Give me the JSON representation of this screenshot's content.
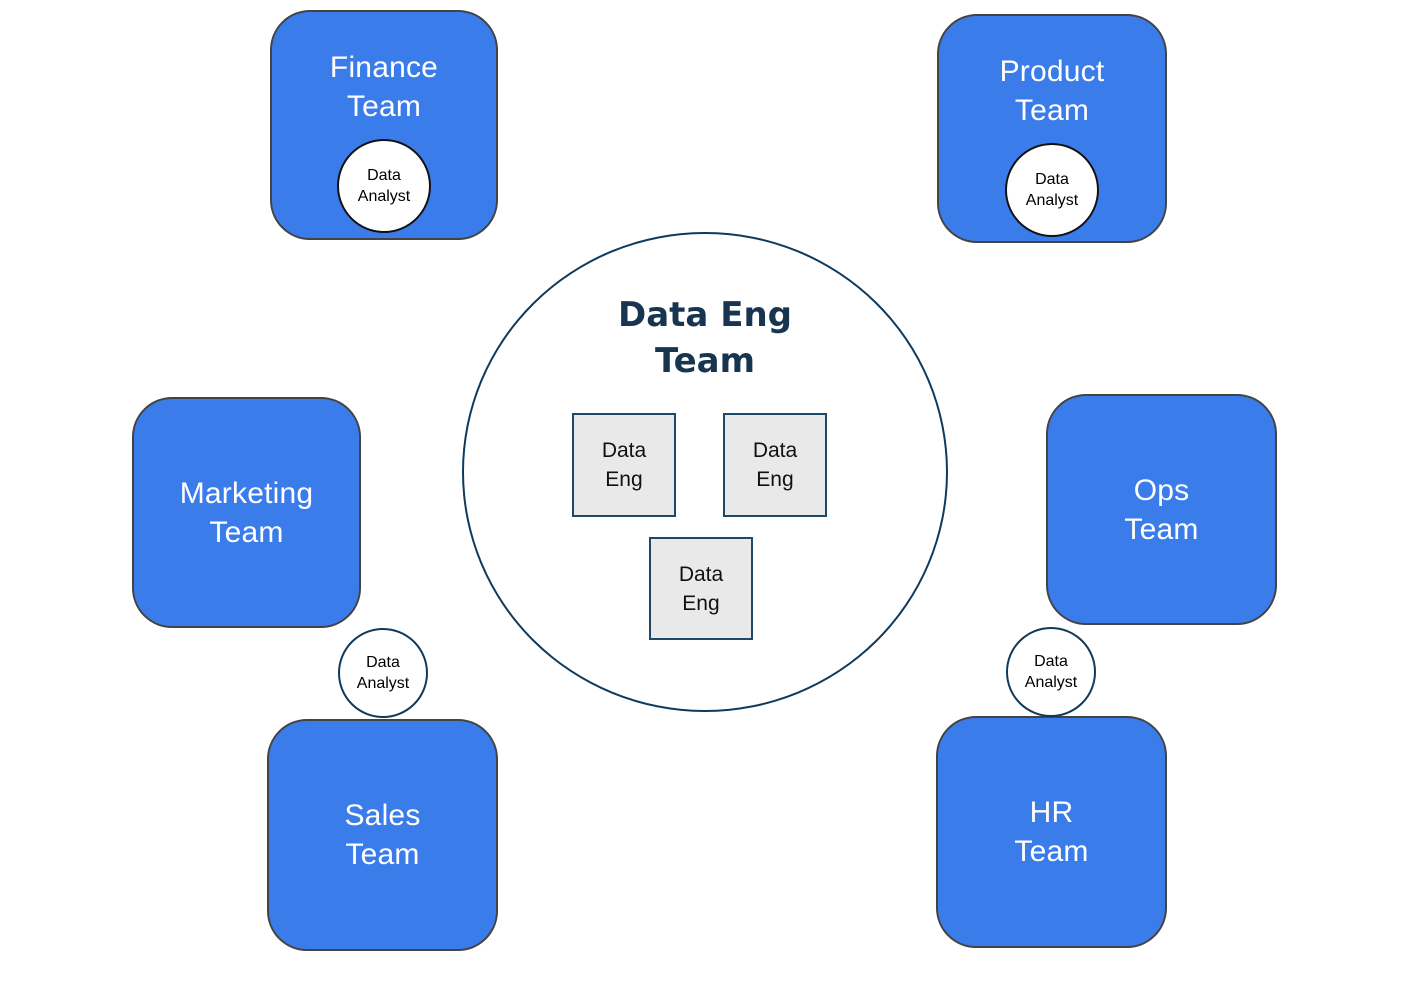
{
  "diagram": {
    "colors": {
      "team_fill": "#3b7ceb",
      "team_border": "#434343",
      "center_circle_border": "#0f3a5c",
      "center_title_text": "#173450",
      "eng_box_fill": "#e9e9e9",
      "eng_box_border": "#1d4866",
      "analyst_circle_border": "#111111",
      "team_label_text": "#ffffff"
    },
    "center": {
      "title": "Data Eng\nTeam",
      "engineers": [
        {
          "label": "Data\nEng"
        },
        {
          "label": "Data\nEng"
        },
        {
          "label": "Data\nEng"
        }
      ]
    },
    "teams": [
      {
        "key": "finance",
        "label": "Finance\nTeam",
        "analyst": "Data\nAnalyst"
      },
      {
        "key": "product",
        "label": "Product\nTeam",
        "analyst": "Data\nAnalyst"
      },
      {
        "key": "marketing",
        "label": "Marketing\nTeam"
      },
      {
        "key": "ops",
        "label": "Ops\nTeam"
      },
      {
        "key": "sales",
        "label": "Sales\nTeam"
      },
      {
        "key": "hr",
        "label": "HR\nTeam"
      }
    ],
    "floating_analysts": [
      {
        "key": "between-marketing-and-sales",
        "label": "Data\nAnalyst"
      },
      {
        "key": "between-ops-and-hr",
        "label": "Data\nAnalyst"
      }
    ]
  }
}
